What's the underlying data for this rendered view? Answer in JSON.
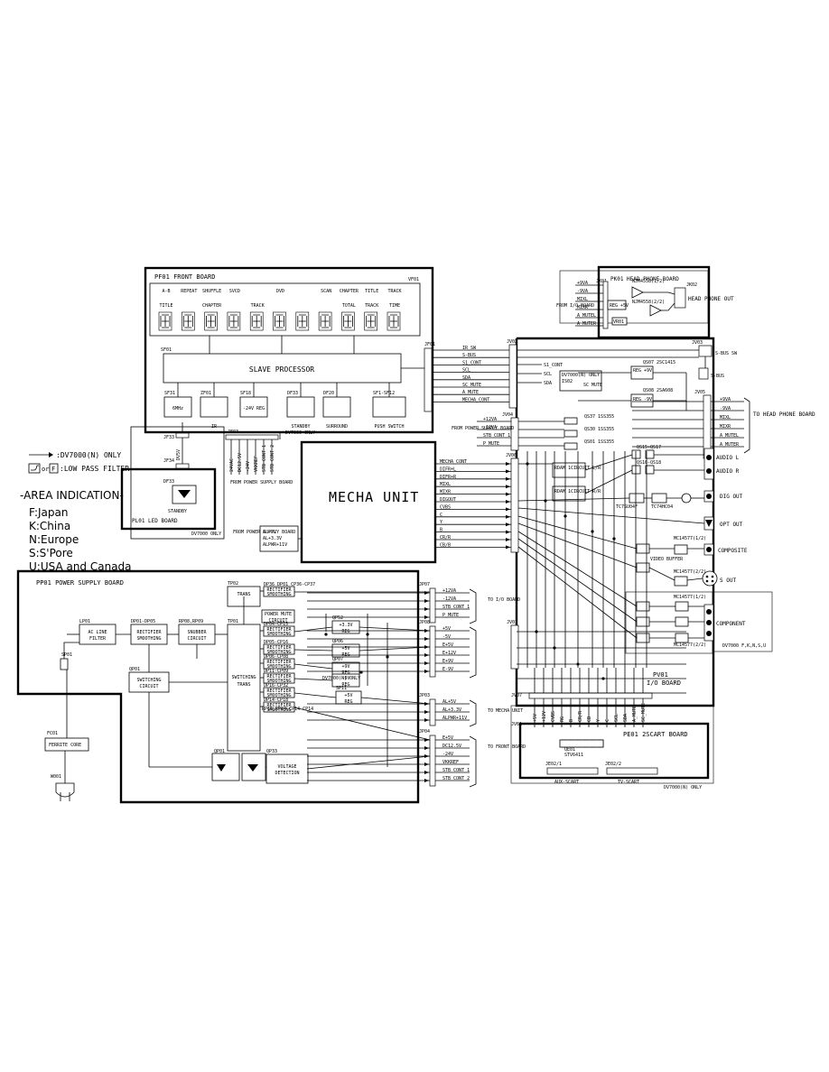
{
  "legend": {
    "arrow_note": ":DV7000(N) ONLY",
    "filter_note": ":LOW PASS FILTER",
    "filter_or": "or",
    "area_title": "-AREA INDICATION-",
    "areas": [
      "F:Japan",
      "K:China",
      "N:Europe",
      "S:S'Pore",
      "U:USA and Canada"
    ]
  },
  "front_board": {
    "title": "PF01 FRONT BOARD",
    "vfd_label": "VF01",
    "fl_labels": [
      "A-B",
      "REPEAT",
      "SHUFFLE",
      "SVCD",
      "",
      "DVD",
      "",
      "SCAN",
      "CHAPTER",
      "TITLE",
      "TRACK"
    ],
    "fl_labels2": [
      "TITLE",
      "",
      "CHAPTER",
      "",
      "TRACK",
      "",
      "",
      "",
      "TOTAL",
      "TRACK",
      "TIME"
    ],
    "proc_ref": "SF01",
    "proc": "SLAVE PROCESSOR",
    "blocks": [
      {
        "ref": "SF31",
        "name": "6MHz"
      },
      {
        "ref": "ZF01",
        "name": "IR"
      },
      {
        "ref": "SF18",
        "name": "-24V REG"
      },
      {
        "ref": "DF33",
        "name": "STANDBY",
        "note": "DV7000 ONLY"
      },
      {
        "ref": "DF20",
        "name": "SURROUND"
      },
      {
        "ref": "SF1-SF12",
        "name": "PUSH SWITCH"
      }
    ],
    "conn_ref": "JF01",
    "power_conn": "JF03",
    "power_label": "FROM POWER SUPPLY BOARD",
    "power_wires": [
      "24VAC",
      "DC12.5V",
      "-24V",
      "VKKREF",
      "STB CONT 1",
      "STB CONT 2"
    ]
  },
  "led_board": {
    "title": "PL01 LED BOARD",
    "note": "DV7000 ONLY",
    "led_ref": "DF33",
    "led": "STANDBY",
    "conn": "JF34",
    "wire": "DV5V",
    "conn2": "JF33"
  },
  "mecha": {
    "title": "MECHA UNIT",
    "power_label": "FROM POWER SUPPLY BOARD",
    "power_pins": [
      "AL+5V",
      "AL+3.3V",
      "ALPWR+11V"
    ],
    "signals": [
      "MECHA_CONT",
      "DIFR+L",
      "DIFR+R",
      "MIXL",
      "MIXR",
      "DIGOUT",
      "CVBS",
      "C",
      "Y",
      "B",
      "CR/R",
      "CB/B"
    ]
  },
  "headphone": {
    "title": "PK01 HEAD PHONE BOARD",
    "from": "FROM I/O BOARD",
    "in_ref": "JK01",
    "inputs": [
      "+9VA",
      "-9VA",
      "MIXL",
      "MIXR",
      "A_MUTEL",
      "A_MUTER"
    ],
    "ics": [
      "NJM4558(1/2)",
      "NJM4558(2/2)",
      "VR01"
    ],
    "reg": "REG +5V",
    "out_ref": "JK02",
    "out": "HEAD PHONE OUT"
  },
  "io_board": {
    "title": "PV01",
    "subtitle": "I/O BOARD",
    "conn_front": "JV02",
    "front_signals": [
      "IR_SW",
      "S-BUS",
      "S1_CONT",
      "SCL",
      "SDA",
      "SC_MUTE",
      "A_MUTE",
      "MECHA_CONT"
    ],
    "ic_note": "DV7000(N) ONLY",
    "ic_ref": "IS02",
    "ic_name": "SC MUTE",
    "sbus_ref": "JV03",
    "sbus": "S-BUS SW",
    "sbus_out": "S-BUS",
    "regs": [
      "REG +9V",
      "REG -9V"
    ],
    "reg_refs": [
      "QS07 2SC1415",
      "QS08 2SA608"
    ],
    "hp_conn": "JV05",
    "hp_signals": [
      "+9VA",
      "-9VA",
      "MIXL",
      "MIXR",
      "A_MUTEL",
      "A_MUTER"
    ],
    "to_hp": "TO HEAD PHONE BOARD",
    "psu_conn": "JV04",
    "psu_label": "FROM POWER SUPPLY BOARD",
    "psu_signals": [
      "+12VA",
      "-12VA",
      "STB CONT 1",
      "P_MUTE"
    ],
    "mute_refs": [
      "QS37 1SS355",
      "QS30 1SS355",
      "QS01 1SS355"
    ],
    "audio_ics": [
      "RDAM 1CIRCUIT L/R",
      "RDAM 1CIRCUIT R/R"
    ],
    "audio_qs": [
      "QS15-QS17",
      "QS16-QS18"
    ],
    "audio_out": [
      "AUDIO L",
      "AUDIO R"
    ],
    "dig": "DIG OUT",
    "opt": "OPT OUT",
    "tx": "TC7SU04F",
    "tx2": "TC74HC04",
    "comp": "COMPOSITE",
    "buf": "VIDEO BUFFER",
    "svid": "S OUT",
    "compo": "COMPONENT",
    "compo_note": "DV7000 F,K,N,S,U",
    "ic_video": [
      "MC14577(1/2)",
      "MC14577(2/2)",
      "MC14577(1/2)",
      "MC14577(2/2)"
    ],
    "scart_pins": [
      "+5V",
      "+12V",
      "CVBS",
      "RG",
      "B",
      "CR/R",
      "CB",
      "Y",
      "C",
      "SCL",
      "SDA",
      "A_MUTE",
      "SC_MUTE"
    ],
    "mecha_conn": "JV06",
    "mecha_conn2": "JV01",
    "bottom_conn": "JV07",
    "bottom_conn2": "JV61"
  },
  "scart": {
    "title": "PE01 2SCART BOARD",
    "ic_ref": "QE01",
    "ic": "STV6411",
    "j1": "JE02/1",
    "j2": "JE02/2",
    "out1": "AUX-SCART",
    "out2": "TV-SCART",
    "note": "DV7000(N) ONLY"
  },
  "psu": {
    "title": "PP01 POWER SUPPLY BOARD",
    "blocks": [
      {
        "ref": "LP01",
        "name": "AC LINE FILTER"
      },
      {
        "ref": "DP01-DP05",
        "name": "RECTIFIER SMOOTHING"
      },
      {
        "ref": "RP08,RP09",
        "name": "SNUBBER CIRCUIT"
      },
      {
        "ref": "TP01",
        "name": "SWITCHING TRANS"
      },
      {
        "ref": "TP02",
        "name": "TRANS"
      },
      {
        "ref": "QP01",
        "name": "SWITCHING CIRCUIT"
      },
      {
        "ref": "QP33",
        "name": "VOLTAGE DETECTION"
      },
      {
        "ref": "",
        "name": "POWER MUTE CIRCUIT"
      },
      {
        "ref": "QP52",
        "name": "+3.3V REG"
      },
      {
        "ref": "QP06",
        "name": "+5V REG"
      },
      {
        "ref": "QP07",
        "name": "+9V REG"
      },
      {
        "ref": "",
        "name": "-9V REG"
      },
      {
        "ref": "SP11",
        "name": "+5V REG"
      }
    ],
    "rect_label": "RECTIFIER SMOOTHING",
    "rect_refs": [
      "DP36 DP01 CP36-CP37",
      "DP04-CP15",
      "DP05-CP16",
      "DP06-CP08",
      "DP11-CP09",
      "DP16-CP32",
      "DP14-CP18"
    ],
    "opto": "RP18,RP84 CP14-CP14",
    "fuse": "SP01",
    "ferrite_ref": "FC01",
    "ferrite": "FERRITE CORE",
    "plug": "W001",
    "dv_note": "DV7000(N) ONLY",
    "out_groups": [
      {
        "conn": "JP07",
        "to": "TO I/O BOARD",
        "pins": [
          "+12VA",
          "-12VA",
          "STB CONT 1",
          "P_MUTE"
        ]
      },
      {
        "conn": "JP08",
        "to": "",
        "pins": [
          "+5V",
          "-5V",
          "E+5V",
          "E+12V",
          "E+9V",
          "E-9V"
        ]
      },
      {
        "conn": "JP03",
        "to": "TO MECHA UNIT",
        "pins": [
          "AL+5V",
          "AL+3.3V",
          "ALPWR+11V"
        ]
      },
      {
        "conn": "JP04",
        "to": "TO FRONT BOARD",
        "pins": [
          "E+5V",
          "DC12.5V",
          "-24V",
          "VKKREF",
          "STB CONT 1",
          "STB CONT 2"
        ]
      }
    ]
  }
}
